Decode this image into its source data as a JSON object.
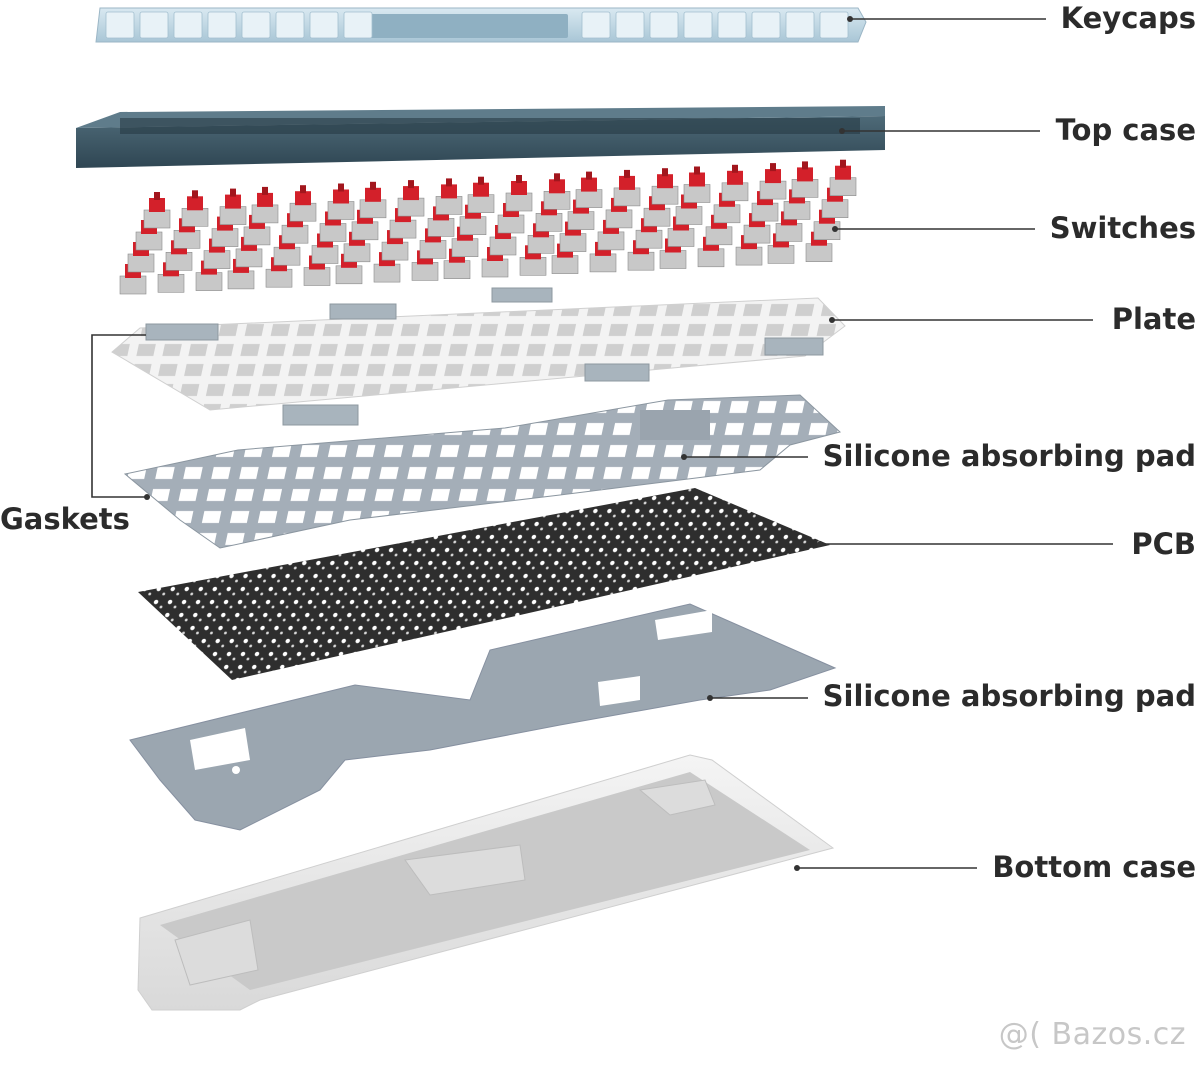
{
  "labels": {
    "keycaps": "Keycaps",
    "top_case": "Top case",
    "switches": "Switches",
    "plate": "Plate",
    "silicone_pad_1": "Silicone absorbing pad",
    "gaskets": "Gaskets",
    "pcb": "PCB",
    "silicone_pad_2": "Silicone absorbing pad",
    "bottom_case": "Bottom case"
  },
  "watermark": "Bazos.cz",
  "colors": {
    "keycaps": "#bcd6e4",
    "top_case": "#3f5a68",
    "switch_red": "#d3202a",
    "plate": "#f1f1f1",
    "silicone": "#9ba6b0",
    "pcb": "#2e2e2e",
    "bottom_case": "#e9e9e9",
    "line": "#333333",
    "text": "#2b2b2b"
  }
}
